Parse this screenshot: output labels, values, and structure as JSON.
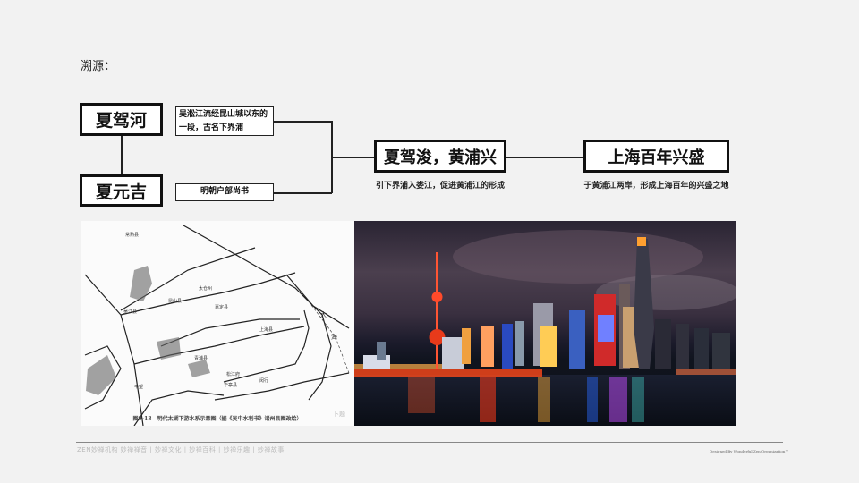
{
  "slide": {
    "section_title": "溯源："
  },
  "diagram": {
    "person_boxes": [
      {
        "label": "夏驾河"
      },
      {
        "label": "夏元吉"
      }
    ],
    "notes": [
      {
        "text": "吴淞江流经昆山城以东的一段，古名下界浦"
      },
      {
        "text": "明朝户部尚书"
      }
    ],
    "event": {
      "label": "夏驾浚，黄浦兴",
      "caption": "引下界浦入娄江，促进黄浦江的形成"
    },
    "result": {
      "label": "上海百年兴盛",
      "caption": "于黄浦江两岸，形成上海百年的兴盛之地"
    }
  },
  "images": {
    "map": {
      "caption": "图9-13　明代太湖下游水系示意图（据《吴中水利书》诸州县图改绘）",
      "watermark": "卜题",
      "labels": [
        "常熟县",
        "太仓州",
        "昆山县",
        "嘉定县",
        "上海县",
        "青浦县",
        "松江府",
        "华亭县",
        "闵行",
        "平望",
        "吴江县",
        "大",
        "海"
      ]
    },
    "photo": {
      "alt": "上海外滩夜景"
    }
  },
  "footer": {
    "left_text": "ZEN妙禅机构  妙禅禅音 | 妙禅文化 | 妙禅百科 | 妙禅乐趣 | 妙禅故事",
    "right_text": "Designed By Wonderful Zen Organization™"
  }
}
